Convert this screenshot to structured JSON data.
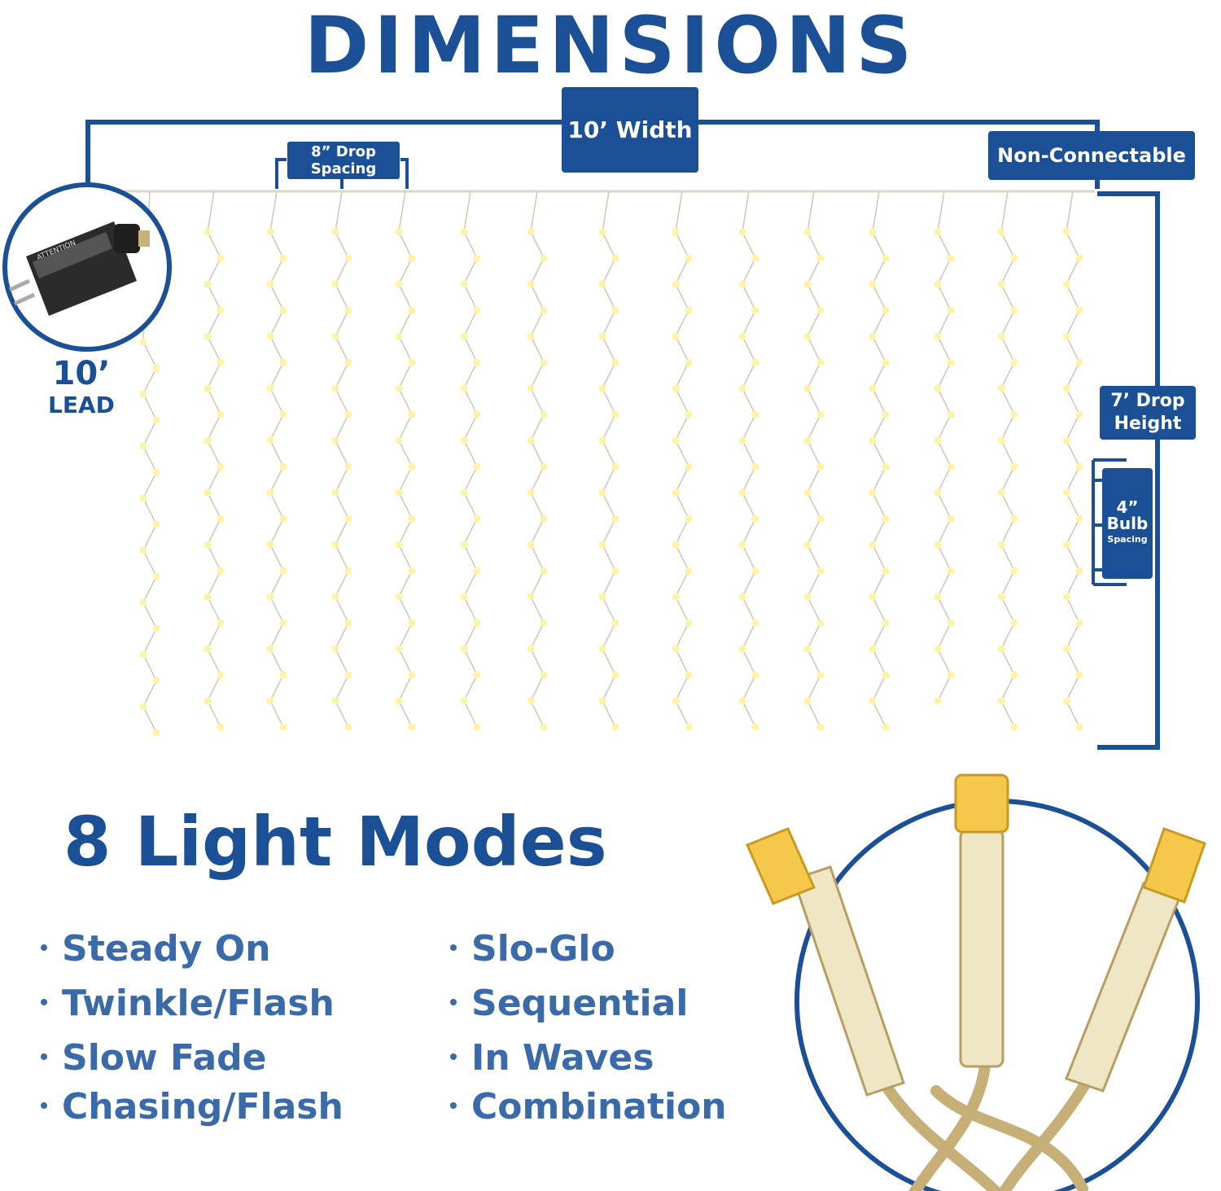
{
  "title": "DIMENSIONS",
  "labels": {
    "width": "10’ Width",
    "non_connectable": "Non-Connectable",
    "drop_spacing_1": "8” Drop",
    "drop_spacing_2": "Spacing",
    "drop_height_1": "7’ Drop",
    "drop_height_2": "Height",
    "bulb_1": "4”",
    "bulb_2": "Bulb",
    "bulb_3": "Spacing",
    "lead_1": "10’",
    "lead_2": "LEAD"
  },
  "adapter": {
    "label_text": "ATTENTION"
  },
  "modes": {
    "title": "8 Light Modes",
    "left": [
      "Steady On",
      "Twinkle/Flash",
      "Slow Fade",
      "Chasing/Flash"
    ],
    "right": [
      "Slo-Glo",
      "Sequential",
      "In Waves",
      "Combination"
    ]
  },
  "colors": {
    "brand_blue": "#1b4f96",
    "mode_blue": "#3a6aa8",
    "bulb_glow": "#fff3a8",
    "wire": "#cfc9b8"
  },
  "icons": [
    "power-adapter-icon",
    "led-bulb-closeup-icon"
  ]
}
